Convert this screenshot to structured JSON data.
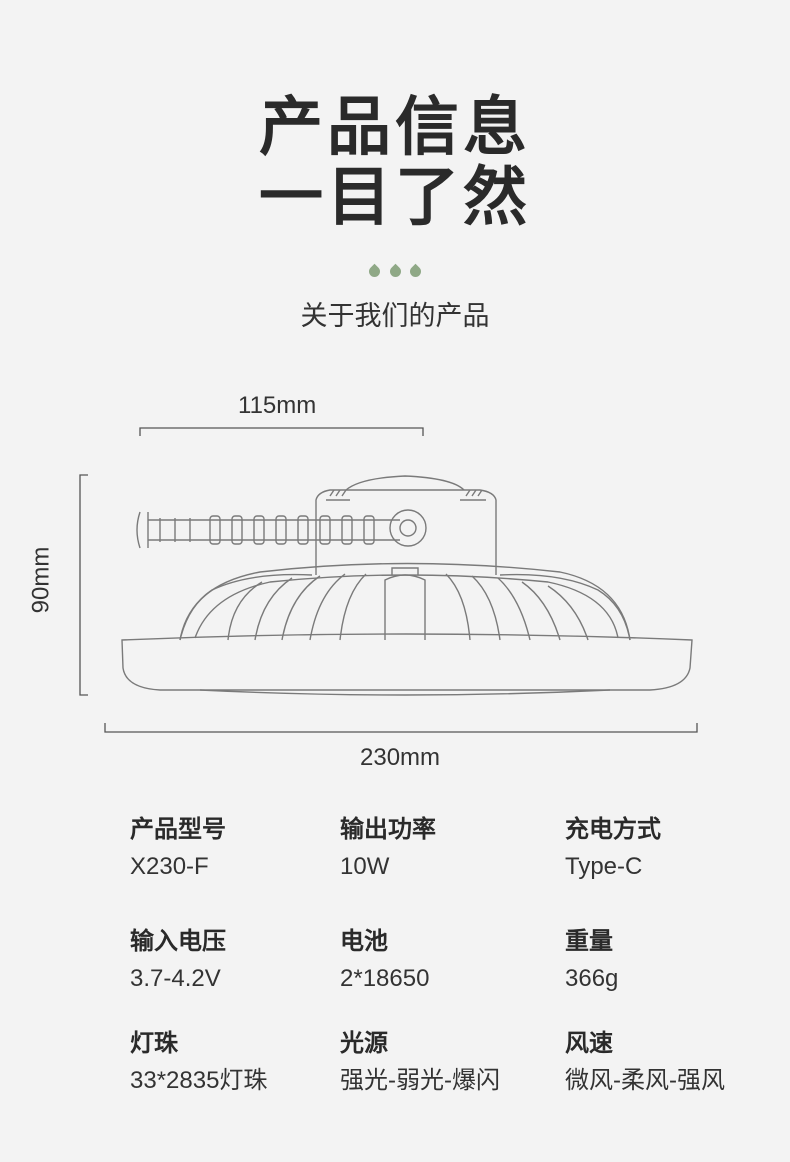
{
  "header": {
    "title_line1": "产品信息",
    "title_line2": "一目了然",
    "subtitle": "关于我们的产品"
  },
  "colors": {
    "accent": "#8fa886",
    "background": "#f3f3f3",
    "text": "#2b2b2b"
  },
  "dimensions": {
    "width_top": "115mm",
    "height": "90mm",
    "width_bottom": "230mm"
  },
  "specs": [
    {
      "label": "产品型号",
      "value": "X230-F"
    },
    {
      "label": "输出功率",
      "value": "10W"
    },
    {
      "label": "充电方式",
      "value": "Type-C"
    },
    {
      "label": "输入电压",
      "value": "3.7-4.2V"
    },
    {
      "label": "电池",
      "value": "2*18650"
    },
    {
      "label": "重量",
      "value": "366g"
    },
    {
      "label": "灯珠",
      "value": "33*2835灯珠"
    },
    {
      "label": "光源",
      "value": "强光-弱光-爆闪"
    },
    {
      "label": "风速",
      "value": "微风-柔风-强风"
    }
  ]
}
